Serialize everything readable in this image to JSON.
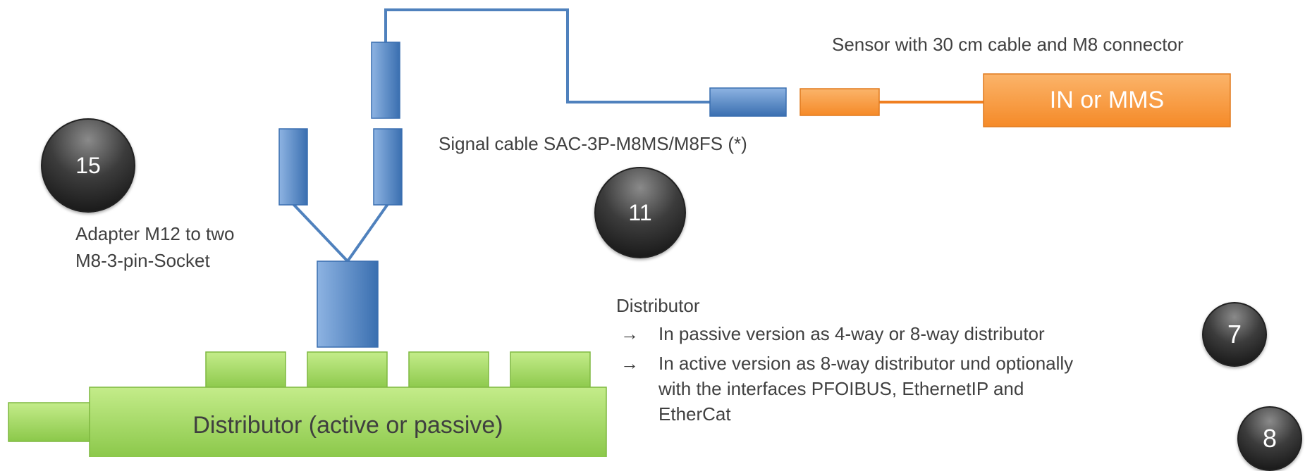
{
  "colors": {
    "cable": "#4f81bd",
    "connector": "#4f81bd",
    "sensor": "#f79646",
    "distributor": "#9bd45a",
    "text": "#404040"
  },
  "labels": {
    "sensor_caption": "Sensor with 30 cm cable and M8 connector",
    "sensor_box": "IN or MMS",
    "signal_cable": "Signal cable SAC-3P-M8MS/M8FS (*)",
    "adapter_line1": "Adapter M12 to two",
    "adapter_line2": "M8-3-pin-Socket",
    "distributor_box": "Distributor (active or passive)",
    "distributor_heading": "Distributor"
  },
  "bullets": [
    {
      "arrow": "→",
      "lines": [
        "In passive version as 4-way or 8-way distributor"
      ]
    },
    {
      "arrow": "→",
      "lines": [
        "In active version as 8-way distributor und optionally",
        "with the interfaces PFOIBUS, EthernetIP and",
        "EtherCat"
      ]
    }
  ],
  "badges": {
    "b15": "15",
    "b11": "11",
    "b7": "7",
    "b8": "8"
  }
}
